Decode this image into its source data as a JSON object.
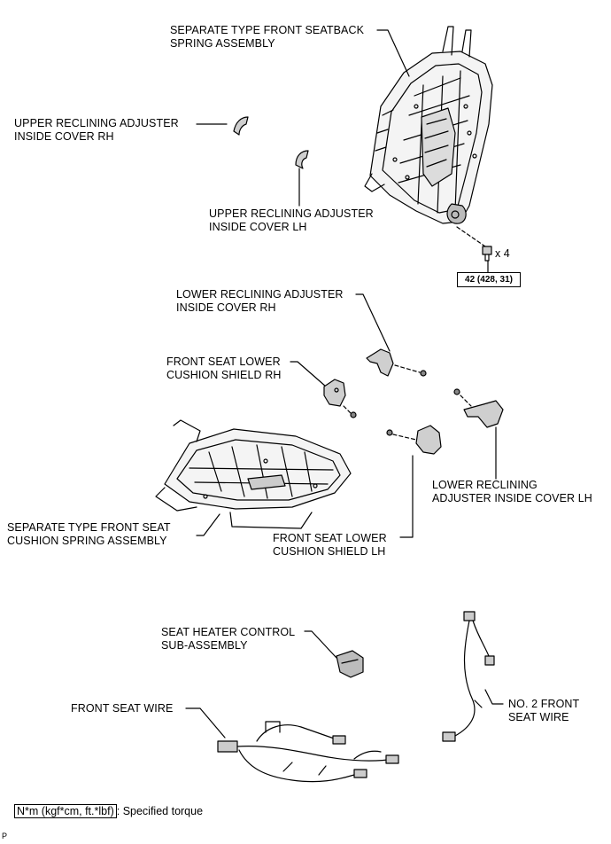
{
  "labels": {
    "seatback_spring": "SEPARATE TYPE FRONT SEATBACK\nSPRING ASSEMBLY",
    "upper_cover_rh": "UPPER RECLINING ADJUSTER\nINSIDE COVER RH",
    "upper_cover_lh": "UPPER RECLINING ADJUSTER\nINSIDE COVER LH",
    "lower_cover_rh": "LOWER RECLINING ADJUSTER\nINSIDE COVER RH",
    "lower_shield_rh": "FRONT SEAT LOWER\nCUSHION SHIELD RH",
    "lower_cover_lh": "LOWER RECLINING\nADJUSTER INSIDE COVER LH",
    "cushion_spring": "SEPARATE TYPE FRONT SEAT\nCUSHION SPRING ASSEMBLY",
    "lower_shield_lh": "FRONT SEAT LOWER\nCUSHION SHIELD LH",
    "heater_control": "SEAT HEATER CONTROL\nSUB-ASSEMBLY",
    "front_seat_wire": "FRONT SEAT WIRE",
    "no2_front_wire": "NO. 2 FRONT\nSEAT WIRE"
  },
  "torque": {
    "value": "42 (428, 31)",
    "quantity": "x 4"
  },
  "legend": {
    "box_text": "N*m (kgf*cm, ft.*lbf)",
    "description": ": Specified torque"
  },
  "figure_code": "P"
}
